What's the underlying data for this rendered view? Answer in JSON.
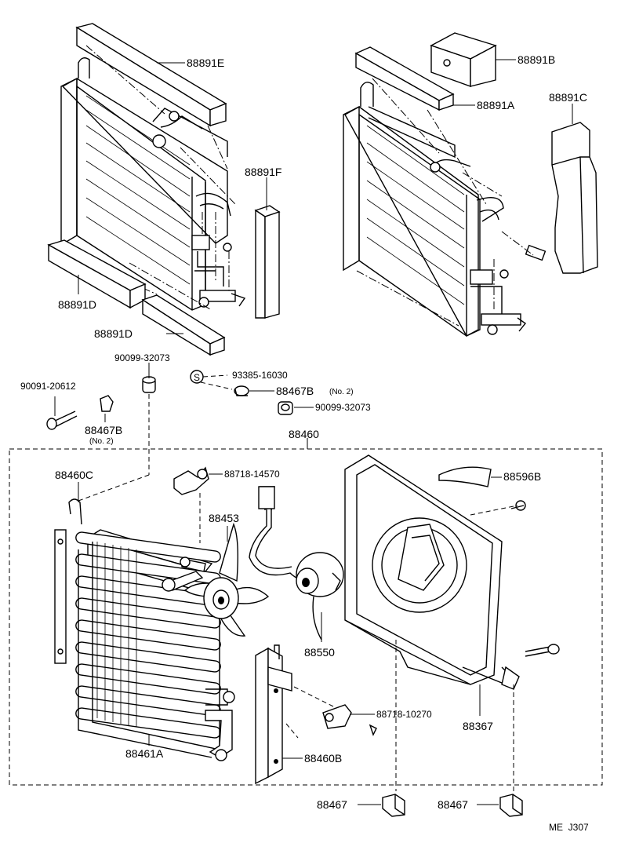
{
  "labels": {
    "p88891E": "88891E",
    "p88891B": "88891B",
    "p88891A": "88891A",
    "p88891C": "88891C",
    "p88891F": "88891F",
    "p88891D_1": "88891D",
    "p88891D_2": "88891D",
    "p90099_32073_a": "90099-32073",
    "p93385_16030": "93385-16030",
    "p88467B_a": "88467B",
    "p88467B_a_note": "(No. 2)",
    "p90091_20612": "90091-20612",
    "p90099_32073_b": "90099-32073",
    "p88467B_b": "88467B",
    "p88467B_b_note": "(No. 2)",
    "p88460": "88460",
    "p88460C": "88460C",
    "p88718_14570": "88718-14570",
    "p88596B": "88596B",
    "p88453": "88453",
    "p88550": "88550",
    "p88718_10270": "88718-10270",
    "p88367": "88367",
    "p88461A": "88461A",
    "p88460B": "88460B",
    "p88467_1": "88467",
    "p88467_2": "88467",
    "ref_code": "ME  J307",
    "s_symbol": "S"
  }
}
